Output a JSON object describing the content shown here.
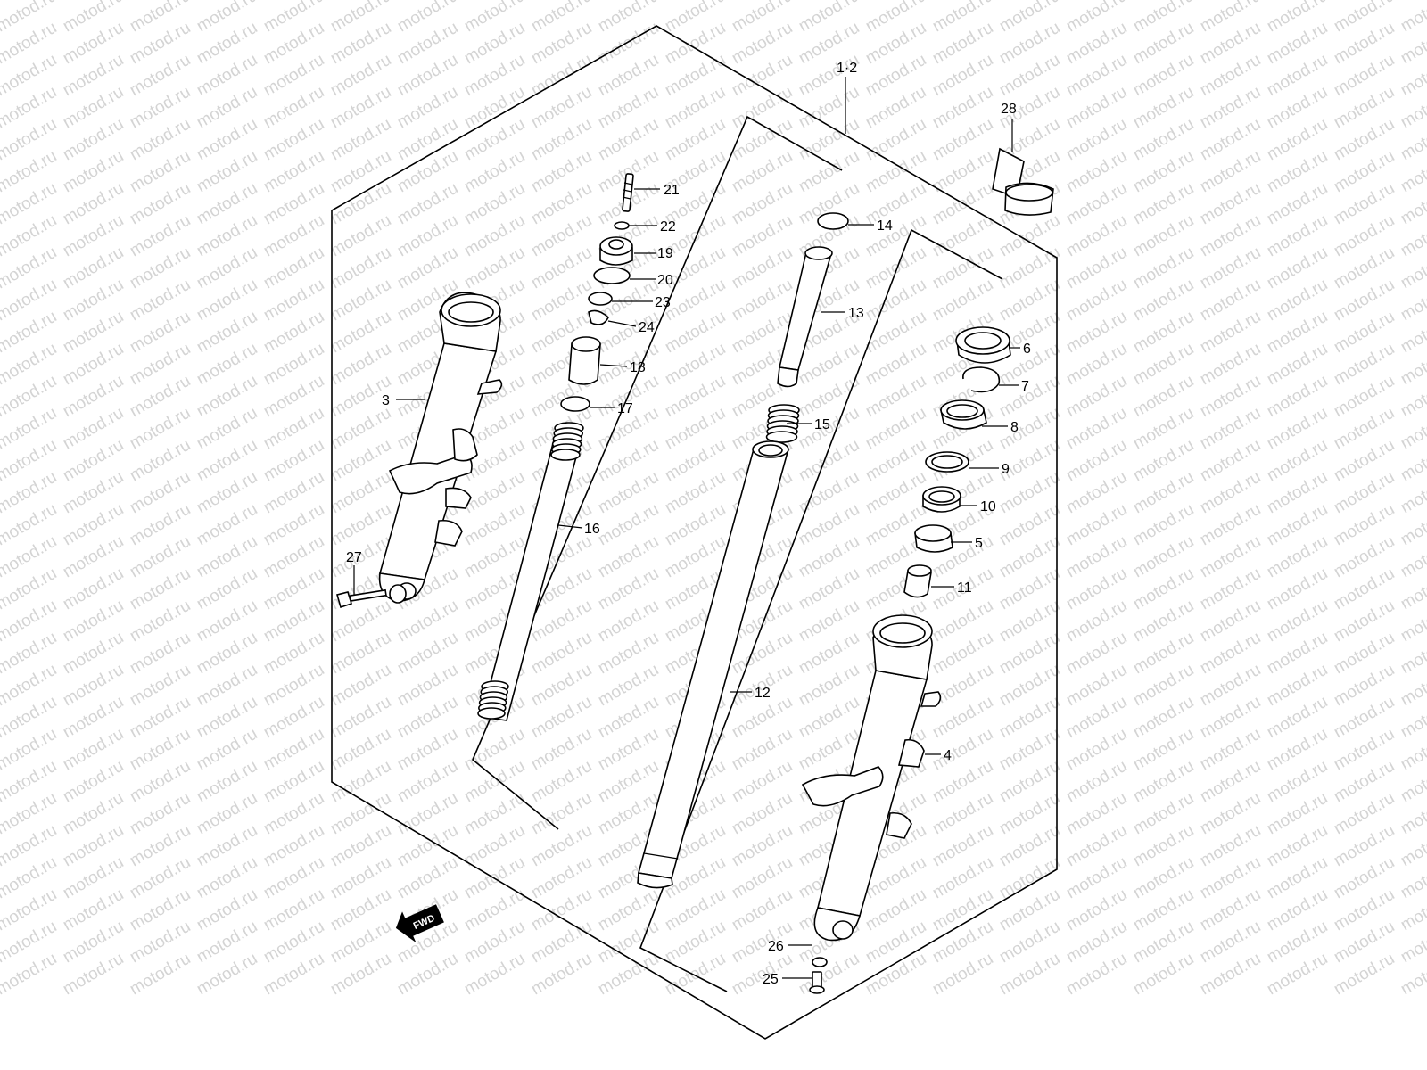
{
  "watermark": {
    "text": "motod.ru"
  },
  "direction_badge": {
    "text": "FWD"
  },
  "callouts": {
    "p1_2": "1·2",
    "p3": "3",
    "p4": "4",
    "p5": "5",
    "p6": "6",
    "p7": "7",
    "p8": "8",
    "p9": "9",
    "p10": "10",
    "p11": "11",
    "p12": "12",
    "p13": "13",
    "p14": "14",
    "p15": "15",
    "p16": "16",
    "p17": "17",
    "p18": "18",
    "p19": "19",
    "p20": "20",
    "p21": "21",
    "p22": "22",
    "p23": "23",
    "p24": "24",
    "p25": "25",
    "p26": "26",
    "p27": "27",
    "p28": "28"
  }
}
